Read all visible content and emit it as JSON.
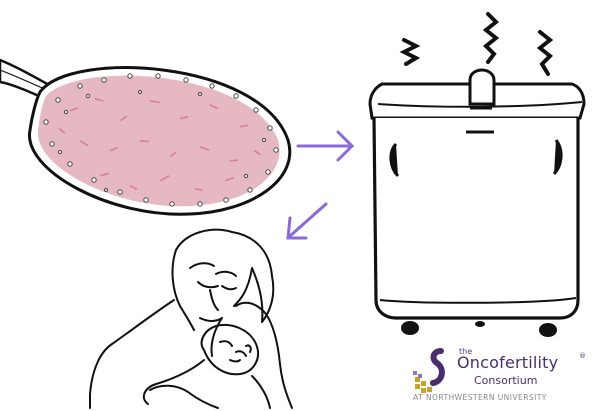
{
  "logo": {
    "the": "the",
    "name": "Oncofertility",
    "registered": "®",
    "consortium": "Consortium",
    "tagline": "AT NORTHWESTERN UNIVERSITY"
  },
  "colors": {
    "arrow": "#8a6ad8",
    "tissue": "#e6b8c2",
    "logo_purple": "#4b2d6e",
    "logo_gold": "#c9a22a",
    "ink": "#111111"
  }
}
